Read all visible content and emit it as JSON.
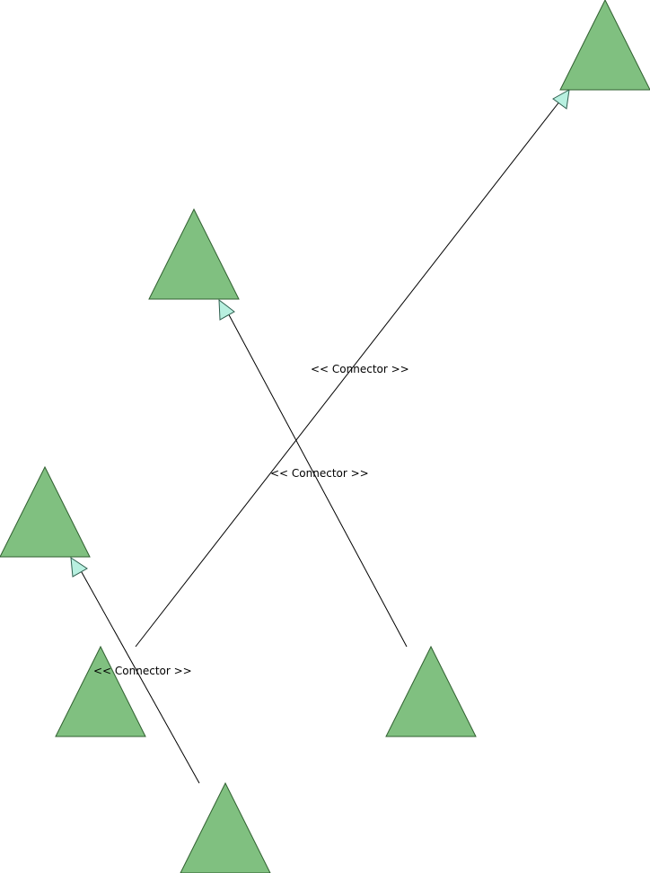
{
  "diagram": {
    "node_fill": "#80c080",
    "node_stroke": "#2f5f2f",
    "arrow_fill": "#b8f0e0",
    "nodes": [
      {
        "id": "n1",
        "shape": "triangle"
      },
      {
        "id": "n2",
        "shape": "triangle"
      },
      {
        "id": "n3",
        "shape": "triangle"
      },
      {
        "id": "n4",
        "shape": "triangle"
      },
      {
        "id": "n5",
        "shape": "triangle"
      },
      {
        "id": "n6",
        "shape": "triangle"
      }
    ],
    "connectors": [
      {
        "id": "c1",
        "label": "<< Connector >>",
        "from": "n4",
        "to": "n1"
      },
      {
        "id": "c2",
        "label": "<< Connector >>",
        "from": "n5",
        "to": "n2"
      },
      {
        "id": "c3",
        "label": "<< Connector >>",
        "from": "n6",
        "to": "n3"
      }
    ]
  }
}
